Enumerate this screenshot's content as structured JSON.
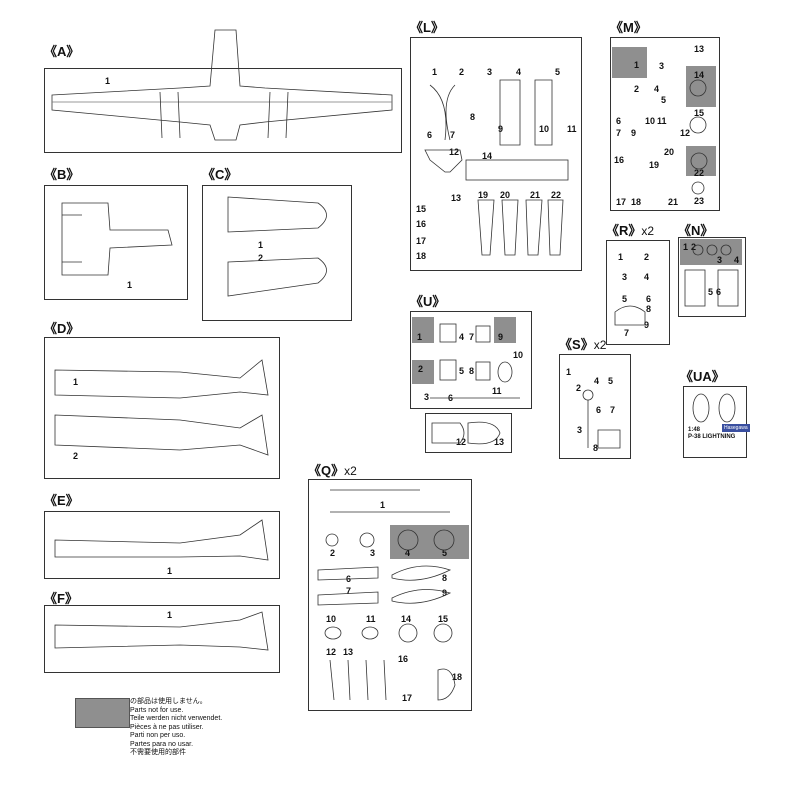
{
  "sprues": {
    "A": {
      "label": "A",
      "parts": [
        "1"
      ]
    },
    "B": {
      "label": "B",
      "parts": [
        "1"
      ]
    },
    "C": {
      "label": "C",
      "parts": [
        "1",
        "2"
      ]
    },
    "D": {
      "label": "D",
      "parts": [
        "1",
        "2"
      ]
    },
    "E": {
      "label": "E",
      "parts": [
        "1"
      ]
    },
    "F": {
      "label": "F",
      "parts": [
        "1"
      ]
    },
    "L": {
      "label": "L",
      "parts": [
        "1",
        "2",
        "3",
        "4",
        "5",
        "6",
        "7",
        "8",
        "9",
        "10",
        "11",
        "12",
        "13",
        "14",
        "15",
        "16",
        "17",
        "18",
        "19",
        "20",
        "21",
        "22"
      ]
    },
    "M": {
      "label": "M",
      "parts": [
        "1",
        "2",
        "3",
        "4",
        "5",
        "6",
        "7",
        "9",
        "10",
        "11",
        "12",
        "13",
        "14",
        "15",
        "16",
        "17",
        "18",
        "19",
        "20",
        "21",
        "22",
        "23"
      ]
    },
    "R": {
      "label": "R",
      "multiplier": "x2",
      "parts": [
        "1",
        "2",
        "3",
        "4",
        "5",
        "6",
        "7",
        "8",
        "9"
      ]
    },
    "N": {
      "label": "N",
      "parts": [
        "1",
        "2",
        "3",
        "4",
        "5",
        "6"
      ]
    },
    "U": {
      "label": "U",
      "parts": [
        "1",
        "2",
        "3",
        "4",
        "5",
        "6",
        "7",
        "8",
        "9",
        "10",
        "11",
        "12",
        "13"
      ]
    },
    "S": {
      "label": "S",
      "multiplier": "x2",
      "parts": [
        "1",
        "2",
        "3",
        "4",
        "5",
        "6",
        "7",
        "8"
      ]
    },
    "UA": {
      "label": "UA",
      "decal_scale": "1:48",
      "decal_title": "P-38 LIGHTNING",
      "brand": "Hasegawa"
    },
    "Q": {
      "label": "Q",
      "multiplier": "x2",
      "parts": [
        "1",
        "2",
        "3",
        "4",
        "5",
        "6",
        "7",
        "8",
        "9",
        "10",
        "11",
        "12",
        "13",
        "14",
        "15",
        "16",
        "17",
        "18"
      ]
    }
  },
  "legend": {
    "lines": [
      "の部品は使用しません。",
      "Parts not for use.",
      "Teile werden nicht verwendet.",
      "Pièces à ne pas utiliser.",
      "Parti non per uso.",
      "Partes para no usar.",
      "不需要使用的部件"
    ],
    "swatch_color": "#8f8f8f"
  },
  "colors": {
    "unused_parts": "#8f8f8f",
    "outline": "#333333"
  }
}
